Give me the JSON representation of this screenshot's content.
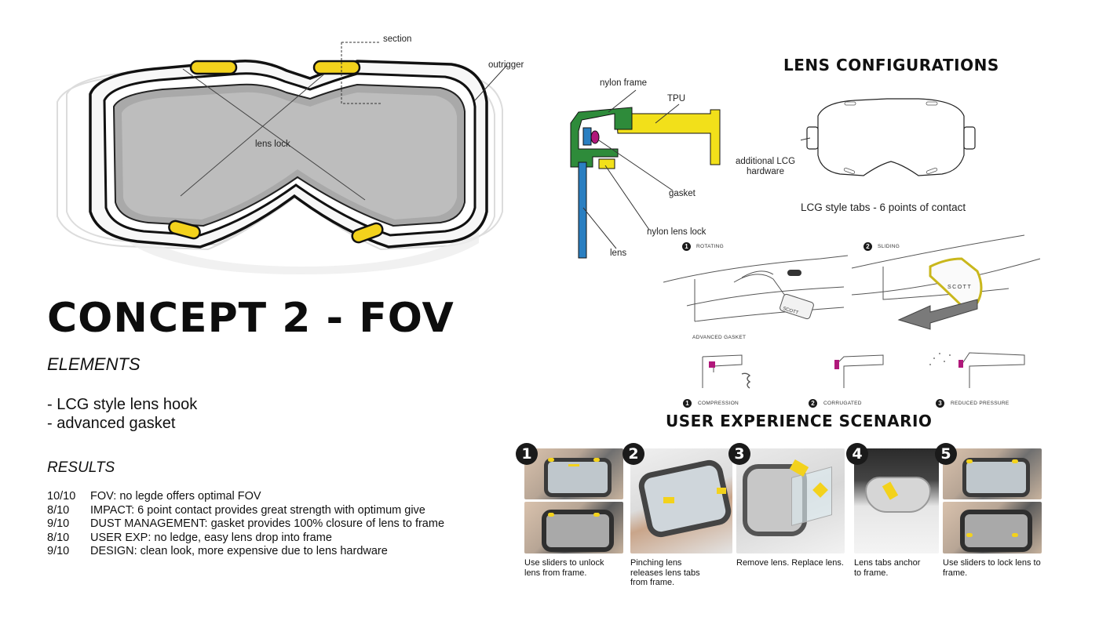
{
  "goggle": {
    "labels": {
      "section": "section",
      "outrigger": "outrigger",
      "lens_lock": "lens lock"
    }
  },
  "title": "CONCEPT 2 - FOV",
  "elements": {
    "heading": "ELEMENTS",
    "items": [
      "- LCG style lens hook",
      "- advanced gasket"
    ]
  },
  "results": {
    "heading": "RESULTS",
    "rows": [
      {
        "score": "10/10",
        "text": "FOV: no legde offers optimal FOV"
      },
      {
        "score": "8/10",
        "text": "IMPACT: 6 point contact provides great strength with optimum give"
      },
      {
        "score": "9/10",
        "text": "DUST MANAGEMENT: gasket provides 100% closure of lens to frame"
      },
      {
        "score": "8/10",
        "text": "USER EXP: no ledge, easy lens drop into frame"
      },
      {
        "score": "9/10",
        "text": "DESIGN: clean look, more expensive due to lens hardware"
      }
    ]
  },
  "section_diagram": {
    "labels": {
      "nylon_frame": "nylon frame",
      "tpu": "TPU",
      "gasket": "gasket",
      "nylon_lens_lock": "nylon lens lock",
      "lens": "lens"
    },
    "colors": {
      "frame": "#2e8b3a",
      "tpu": "#f2e01a",
      "lens": "#2a7fc1",
      "gasket": "#b0187a"
    }
  },
  "lens_configurations": {
    "heading": "LENS CONFIGURATIONS",
    "hardware_label": "additional LCG hardware",
    "tabs_caption": "LCG style tabs - 6 points of contact",
    "steps": [
      {
        "num": "1",
        "label": "ROTATING"
      },
      {
        "num": "2",
        "label": "SLIDING"
      }
    ],
    "brand": "SCOTT",
    "gasket_heading": "ADVANCED GASKET",
    "gasket_types": [
      {
        "num": "1",
        "label": "COMPRESSION"
      },
      {
        "num": "2",
        "label": "CORRUGATED"
      },
      {
        "num": "3",
        "label": "REDUCED PRESSURE"
      }
    ]
  },
  "ux": {
    "heading": "USER EXPERIENCE SCENARIO",
    "steps": [
      {
        "num": "1",
        "caption": "Use sliders to unlock lens from frame."
      },
      {
        "num": "2",
        "caption": "Pinching lens releases lens tabs from frame."
      },
      {
        "num": "3",
        "caption": "Remove lens. Replace lens."
      },
      {
        "num": "4",
        "caption": "Lens tabs anchor to frame."
      },
      {
        "num": "5",
        "caption": "Use sliders to lock lens to frame."
      }
    ]
  }
}
